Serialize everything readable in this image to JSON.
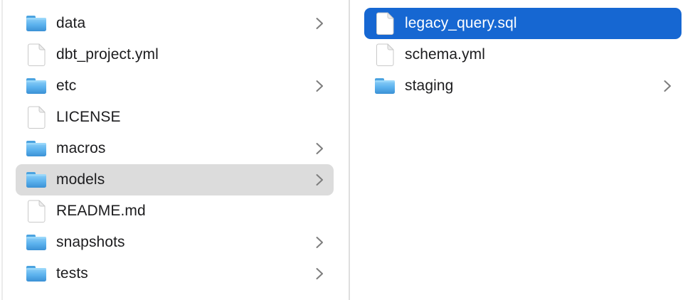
{
  "app": "finder-column-browser",
  "colors": {
    "selection_blue": "#1667d2",
    "selection_gray": "#dcdcdc",
    "divider": "#dedede",
    "text": "#1c1c1e",
    "text_selected": "#ffffff",
    "chevron": "#7d7d7d",
    "folder_top": "#8fd0f8",
    "folder_mid": "#5db3ee",
    "folder_bottom": "#3b91d5",
    "folder_tab": "#4ba3e0",
    "document_fill": "#ffffff",
    "document_border": "#c9c9c9",
    "document_fold": "#ededed"
  },
  "columns": {
    "left": {
      "items": [
        {
          "label": "data",
          "type": "folder",
          "chevron": true,
          "selected": null
        },
        {
          "label": "dbt_project.yml",
          "type": "file",
          "chevron": false,
          "selected": null
        },
        {
          "label": "etc",
          "type": "folder",
          "chevron": true,
          "selected": null
        },
        {
          "label": "LICENSE",
          "type": "file",
          "chevron": false,
          "selected": null
        },
        {
          "label": "macros",
          "type": "folder",
          "chevron": true,
          "selected": null
        },
        {
          "label": "models",
          "type": "folder",
          "chevron": true,
          "selected": "gray"
        },
        {
          "label": "README.md",
          "type": "file",
          "chevron": false,
          "selected": null
        },
        {
          "label": "snapshots",
          "type": "folder",
          "chevron": true,
          "selected": null
        },
        {
          "label": "tests",
          "type": "folder",
          "chevron": true,
          "selected": null
        }
      ]
    },
    "right": {
      "items": [
        {
          "label": "legacy_query.sql",
          "type": "file",
          "chevron": false,
          "selected": "blue"
        },
        {
          "label": "schema.yml",
          "type": "file",
          "chevron": false,
          "selected": null
        },
        {
          "label": "staging",
          "type": "folder",
          "chevron": true,
          "selected": null
        }
      ]
    }
  }
}
